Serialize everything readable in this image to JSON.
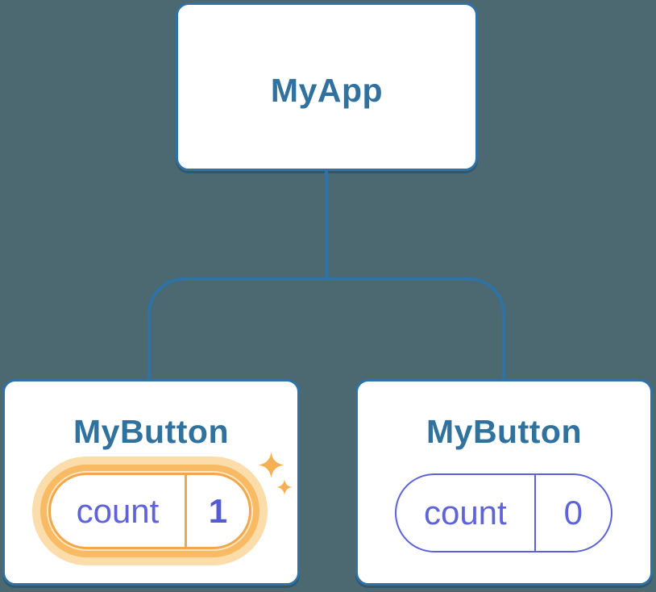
{
  "tree": {
    "root": {
      "label": "MyApp"
    },
    "children": [
      {
        "label": "MyButton",
        "state": {
          "key": "count",
          "value": "1"
        },
        "highlighted": true
      },
      {
        "label": "MyButton",
        "state": {
          "key": "count",
          "value": "0"
        },
        "highlighted": false
      }
    ]
  },
  "icons": {
    "sparkle_big": "four-point-star",
    "sparkle_small": "four-point-star"
  },
  "colors": {
    "background": "#4c6871",
    "card_background": "#ffffff",
    "node_border_blue": "#2e72a6",
    "node_text_blue": "#31719e",
    "state_purple": "#5e64d7",
    "highlight_orange": "#f2a74a",
    "highlight_ring": "#f8ba62",
    "highlight_halo": "#fbdcab",
    "sparkle_orange": "#f6b054"
  }
}
